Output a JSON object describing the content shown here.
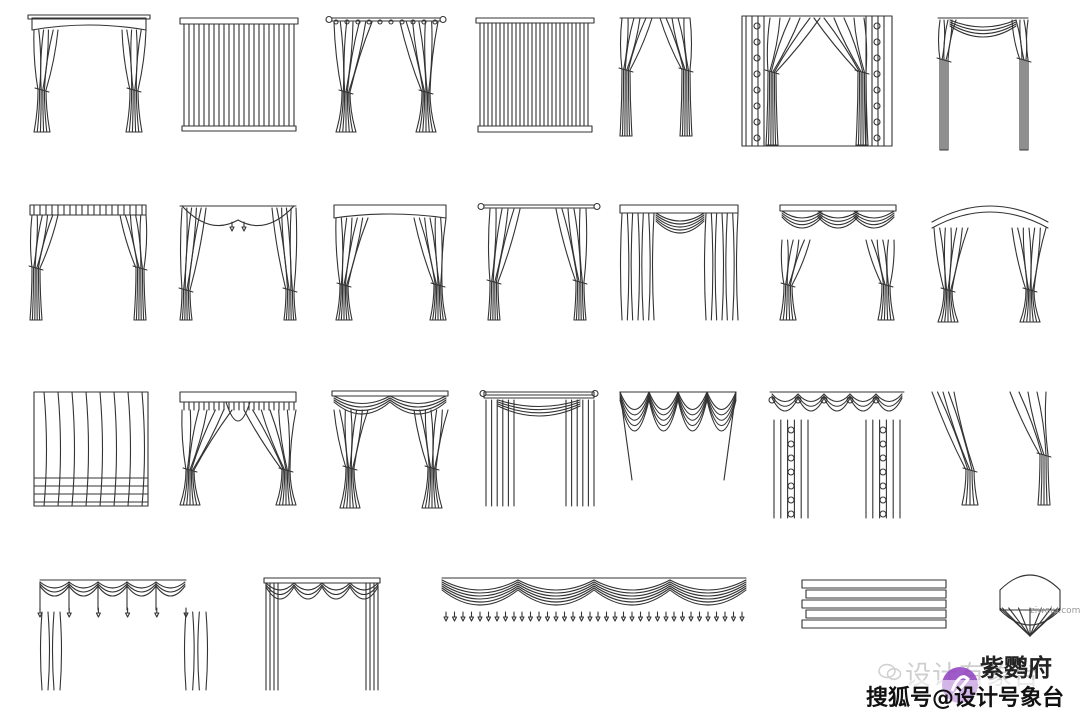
{
  "watermarks": {
    "wechat_account": "设计有象台",
    "sohu_attribution": "搜狐号@设计号象台",
    "site_name": "紫鹦府",
    "site_url": "ziwelu.com"
  },
  "colors": {
    "background": "#ffffff",
    "line": "#333333",
    "logo_purple": "#8e3fbf"
  }
}
